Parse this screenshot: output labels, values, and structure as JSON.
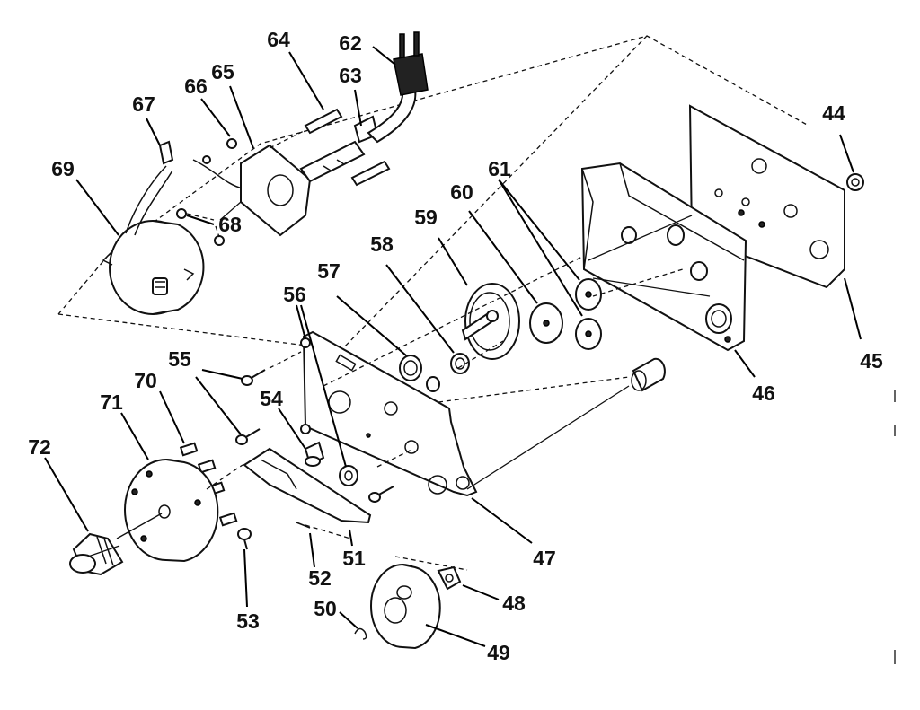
{
  "callouts": {
    "c44": "44",
    "c45": "45",
    "c46": "46",
    "c47": "47",
    "c48": "48",
    "c49": "49",
    "c50": "50",
    "c51": "51",
    "c52": "52",
    "c53": "53",
    "c54": "54",
    "c55": "55",
    "c56": "56",
    "c57": "57",
    "c58": "58",
    "c59": "59",
    "c60": "60",
    "c61": "61",
    "c62": "62",
    "c63": "63",
    "c64": "64",
    "c65": "65",
    "c66": "66",
    "c67": "67",
    "c68": "68",
    "c69": "69",
    "c70": "70",
    "c71": "71",
    "c72": "72"
  }
}
